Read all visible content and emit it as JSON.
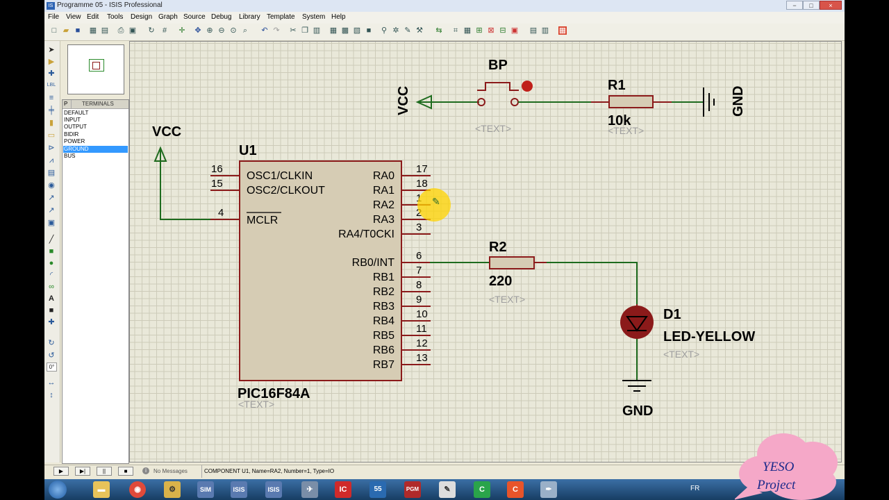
{
  "window": {
    "title": "Programme 05 - ISIS Professional",
    "app_icon_text": "IS",
    "controls": {
      "minimize": "−",
      "maximize": "□",
      "close": "×"
    }
  },
  "menu": [
    "File",
    "View",
    "Edit",
    "Tools",
    "Design",
    "Graph",
    "Source",
    "Debug",
    "Library",
    "Template",
    "System",
    "Help"
  ],
  "terminals": {
    "tab": "P",
    "header": "TERMINALS",
    "items": [
      "DEFAULT",
      "INPUT",
      "OUTPUT",
      "BIDIR",
      "POWER",
      "GROUND",
      "BUS"
    ],
    "selected": "GROUND"
  },
  "left_tools": {
    "rotate_angle": "0°"
  },
  "schematic": {
    "u1": {
      "ref": "U1",
      "part": "PIC16F84A",
      "text": "<TEXT>",
      "left_pins": [
        {
          "num": "16",
          "name": "OSC1/CLKIN"
        },
        {
          "num": "15",
          "name": "OSC2/CLKOUT"
        },
        {
          "num": "4",
          "name": "MCLR"
        }
      ],
      "right_pins": [
        {
          "num": "17",
          "name": "RA0"
        },
        {
          "num": "18",
          "name": "RA1"
        },
        {
          "num": "1",
          "name": "RA2"
        },
        {
          "num": "2",
          "name": "RA3"
        },
        {
          "num": "3",
          "name": "RA4/T0CKI"
        },
        {
          "num": "6",
          "name": "RB0/INT"
        },
        {
          "num": "7",
          "name": "RB1"
        },
        {
          "num": "8",
          "name": "RB2"
        },
        {
          "num": "9",
          "name": "RB3"
        },
        {
          "num": "10",
          "name": "RB4"
        },
        {
          "num": "11",
          "name": "RB5"
        },
        {
          "num": "12",
          "name": "RB6"
        },
        {
          "num": "13",
          "name": "RB7"
        }
      ]
    },
    "vcc_left": "VCC",
    "vcc_top": "VCC",
    "bp": {
      "ref": "BP",
      "text": "<TEXT>"
    },
    "r1": {
      "ref": "R1",
      "value": "10k",
      "text": "<TEXT>"
    },
    "gnd_top": "GND",
    "r2": {
      "ref": "R2",
      "value": "220",
      "text": "<TEXT>"
    },
    "d1": {
      "ref": "D1",
      "value": "LED-YELLOW",
      "text": "<TEXT>"
    },
    "gnd_bottom": "GND"
  },
  "status": {
    "messages": "No Messages",
    "info": "COMPONENT U1, Name=RA2, Number=1, Type=IO"
  },
  "taskbar": {
    "language": "FR"
  },
  "watermark": {
    "line1": "YESO",
    "line2": "Project"
  },
  "colors": {
    "wire": "#1e6b1e",
    "component": "#8b1a1a",
    "chip_fill": "#d6ccb4",
    "grid_bg": "#e9e8d9",
    "highlight": "#ffd400"
  }
}
